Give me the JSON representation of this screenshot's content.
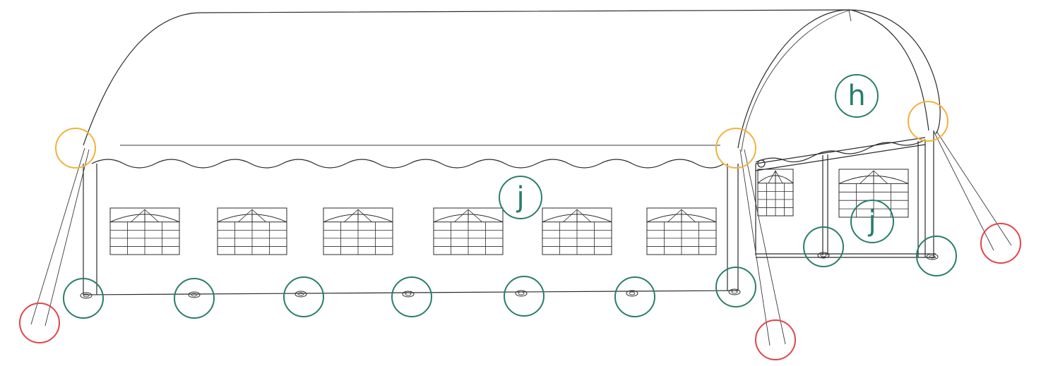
{
  "diagram": {
    "part_labels": {
      "roof_cover": "h",
      "side_wall_main": "j",
      "side_wall_end": "j"
    },
    "colors": {
      "label_teal": "#2a7d6b",
      "marker_orange": "#f2b23c",
      "marker_green": "#2a7d6b",
      "marker_red": "#e0454a",
      "line": "#2b2b2b"
    },
    "marker_meaning_icons": {
      "orange": "corner-joint-circle",
      "green": "ground-base-plate-circle",
      "red": "guy-rope-stake-circle"
    }
  }
}
